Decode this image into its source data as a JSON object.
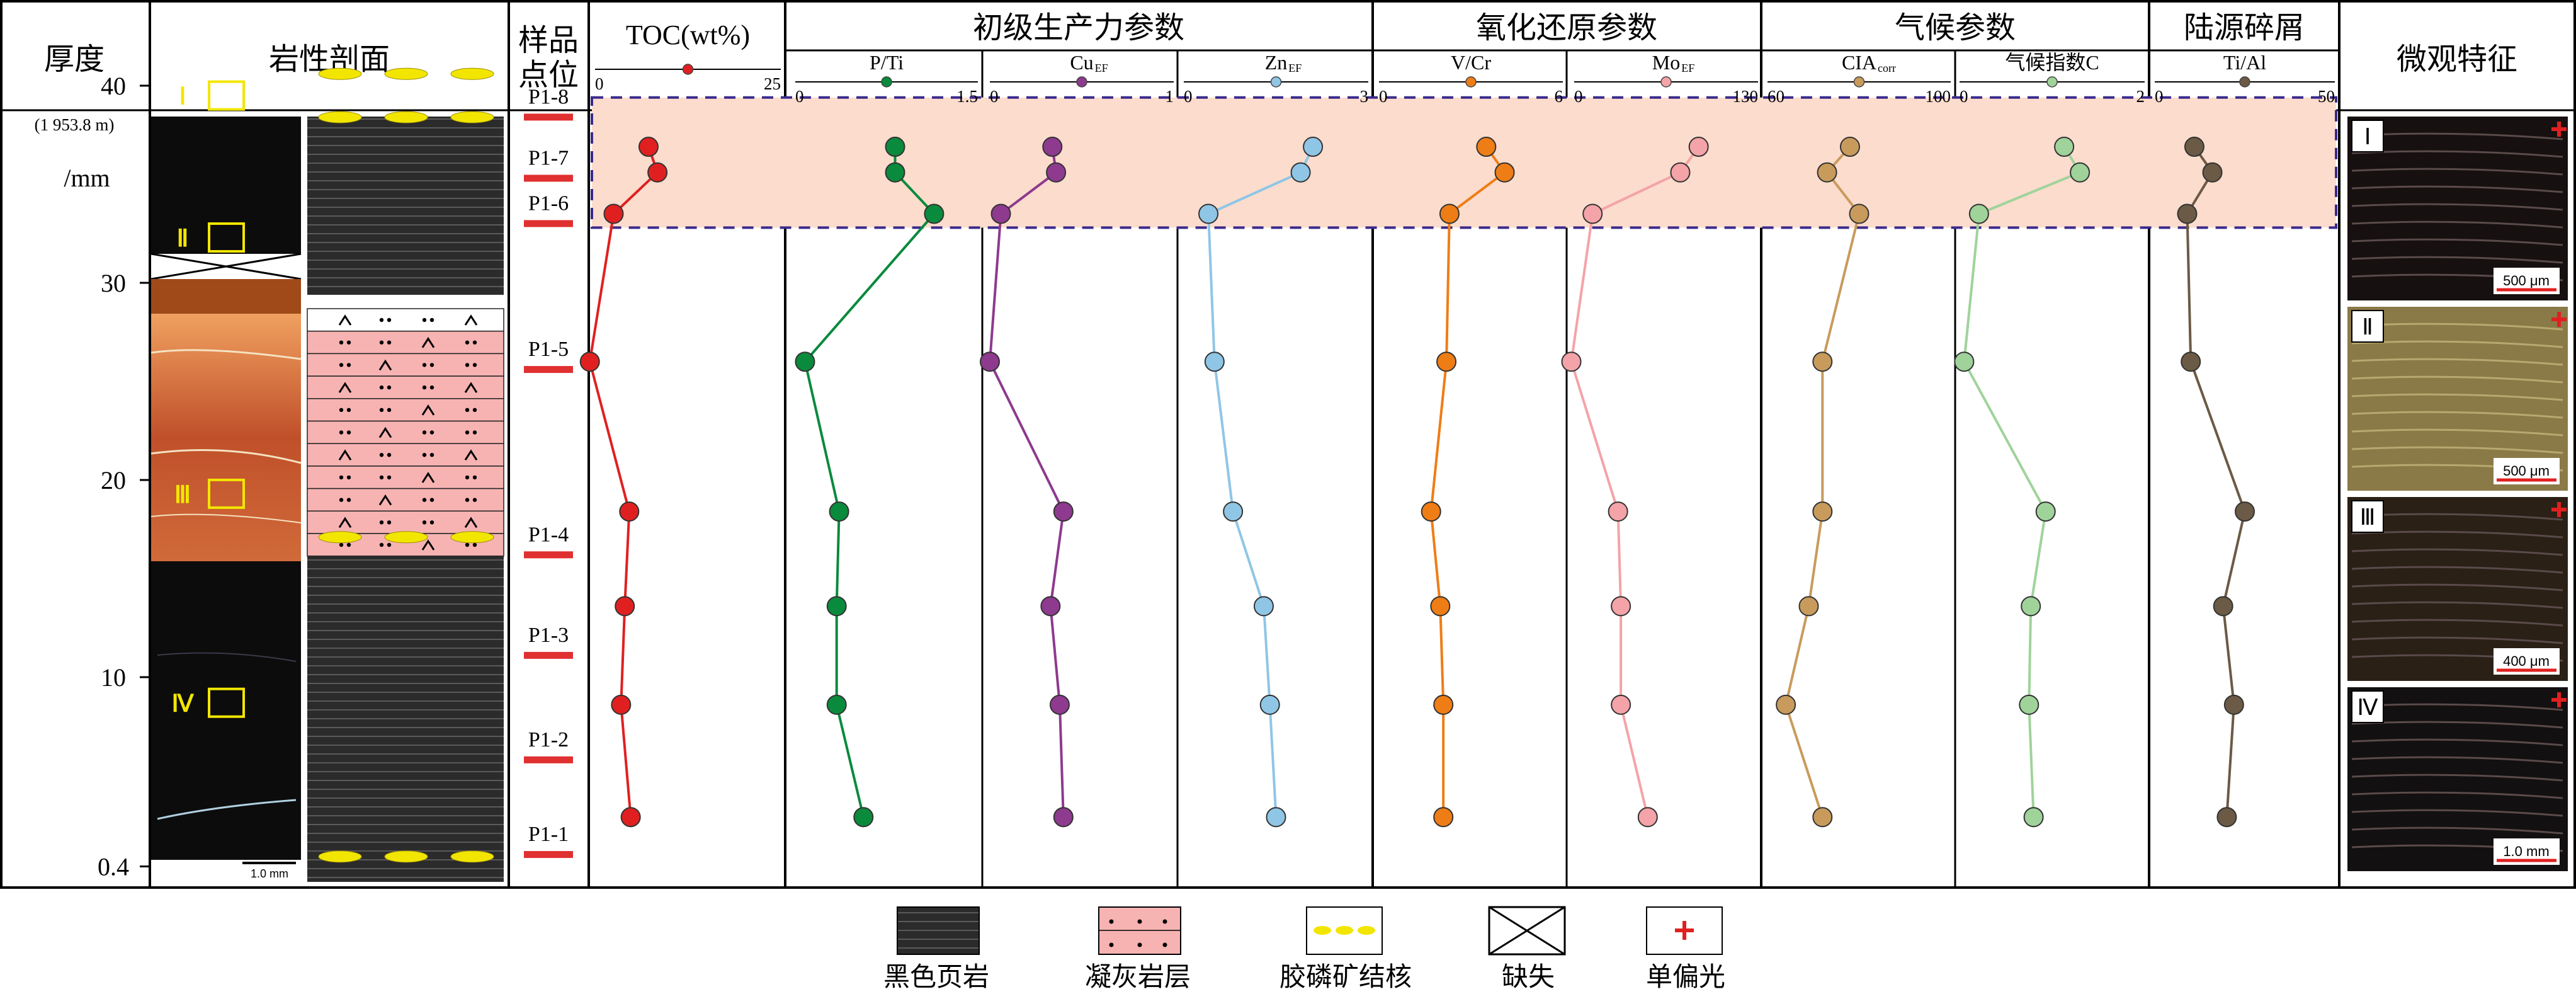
{
  "headers": {
    "depth": "厚度",
    "lithology": "岩性剖面",
    "sample": [
      "样品",
      "点位"
    ],
    "toc": "TOC(wt%)",
    "productivity": "初级生产力参数",
    "redox": "氧化还原参数",
    "climate": "气候参数",
    "terrigenous": "陆源碎屑",
    "micro": "微观特征"
  },
  "depth_axis": {
    "top_label": "(1 953.8 m)",
    "unit": "/mm",
    "ticks": [
      {
        "label": "40",
        "value": 40
      },
      {
        "label": "30",
        "value": 30
      },
      {
        "label": "20",
        "value": 20
      },
      {
        "label": "10",
        "value": 10
      },
      {
        "label": "0.4",
        "value": 0.4
      }
    ]
  },
  "lithology_scale": "1.0 mm",
  "roman_markers": [
    {
      "label": "Ⅰ",
      "depth": 39.5
    },
    {
      "label": "Ⅱ",
      "depth": 32.3
    },
    {
      "label": "Ⅲ",
      "depth": 19.3
    },
    {
      "label": "Ⅳ",
      "depth": 8.7
    }
  ],
  "samples": [
    {
      "label": "P1-8",
      "depth": 38.9
    },
    {
      "label": "P1-7",
      "depth": 35.8
    },
    {
      "label": "P1-6",
      "depth": 33.5
    },
    {
      "label": "P1-5",
      "depth": 26.1
    },
    {
      "label": "P1-4",
      "depth": 16.7
    },
    {
      "label": "P1-3",
      "depth": 11.6
    },
    {
      "label": "P1-2",
      "depth": 6.3
    },
    {
      "label": "P1-1",
      "depth": 1.5
    }
  ],
  "chart_data": {
    "type": "line",
    "y_axis": {
      "label": "厚度 /mm",
      "ylim": [
        0,
        42
      ],
      "ticks": [
        40,
        30,
        20,
        10,
        0.4
      ]
    },
    "sample_depths": [
      36.9,
      35.6,
      33.5,
      26.0,
      18.4,
      13.6,
      8.6,
      2.9
    ],
    "highlight_band": {
      "from_depth": 32.8,
      "to_depth": 39.4
    },
    "panels": [
      {
        "name": "TOC(wt%)",
        "xlabel": "TOC(wt%)",
        "xlim": [
          0,
          25
        ],
        "tick_labels": [
          "0",
          "25"
        ],
        "color": "#e02020",
        "values": [
          7.2,
          8.4,
          2.5,
          -0.7,
          4.6,
          4.0,
          3.5,
          4.8
        ]
      },
      {
        "name": "P/Ti",
        "xlabel": "P/Ti",
        "xlim": [
          0,
          1.5
        ],
        "tick_labels": [
          "0",
          "1.5"
        ],
        "color": "#0a8a3c",
        "values": [
          0.82,
          0.82,
          1.14,
          0.08,
          0.36,
          0.34,
          0.34,
          0.56
        ]
      },
      {
        "name": "CuEF",
        "xlabel": "Cu",
        "sub": "EF",
        "xlim": [
          0,
          1
        ],
        "tick_labels": [
          "0",
          "1"
        ],
        "color": "#8e3a8e",
        "values": [
          0.34,
          0.36,
          0.06,
          0.0,
          0.4,
          0.33,
          0.38,
          0.4
        ]
      },
      {
        "name": "ZnEF",
        "xlabel": "Zn",
        "sub": "EF",
        "xlim": [
          0,
          3
        ],
        "tick_labels": [
          "0",
          "3"
        ],
        "color": "#8fc6e6",
        "values": [
          2.1,
          1.9,
          0.4,
          0.5,
          0.8,
          1.3,
          1.4,
          1.5
        ]
      },
      {
        "name": "V/Cr",
        "xlabel": "V/Cr",
        "xlim": [
          0,
          6
        ],
        "tick_labels": [
          "0",
          "6"
        ],
        "color": "#ef7d15",
        "values": [
          3.5,
          4.1,
          2.3,
          2.2,
          1.7,
          2.0,
          2.1,
          2.1
        ]
      },
      {
        "name": "MoEF",
        "xlabel": "Mo",
        "sub": "EF",
        "xlim": [
          0,
          130
        ],
        "tick_labels": [
          "0",
          "130"
        ],
        "color": "#f4a3a8",
        "values": [
          88,
          75,
          13,
          -2,
          31,
          33,
          33,
          52
        ]
      },
      {
        "name": "CIAcorr",
        "xlabel": "CIA",
        "sub": "corr",
        "xlim": [
          60,
          100
        ],
        "tick_labels": [
          "60",
          "100"
        ],
        "color": "#c89b5c",
        "values": [
          78,
          73,
          80,
          72,
          72,
          69,
          64,
          72
        ]
      },
      {
        "name": "气候指数C",
        "xlabel": "气候指数C",
        "xlim": [
          0,
          2
        ],
        "tick_labels": [
          "0",
          "2"
        ],
        "color": "#9fd39a",
        "values": [
          1.13,
          1.3,
          0.21,
          0.05,
          0.93,
          0.77,
          0.75,
          0.8
        ]
      },
      {
        "name": "Ti/Al",
        "xlabel": "Ti/Al",
        "xlim": [
          0,
          50
        ],
        "tick_labels": [
          "0",
          "50"
        ],
        "color": "#6b5a45",
        "values": [
          11,
          16,
          9,
          10,
          25,
          19,
          22,
          20
        ]
      }
    ]
  },
  "micro_panels": [
    {
      "label": "Ⅰ",
      "scale": "500 μm",
      "bg": "#161010"
    },
    {
      "label": "Ⅱ",
      "scale": "500 μm",
      "bg": "#8a7a48"
    },
    {
      "label": "Ⅲ",
      "scale": "400 μm",
      "bg": "#2a2016"
    },
    {
      "label": "Ⅳ",
      "scale": "1.0 mm",
      "bg": "#121010"
    }
  ],
  "legend": [
    {
      "label": "黑色页岩",
      "icon": "black-shale-swatch"
    },
    {
      "label": "凝灰岩层",
      "icon": "tuff-swatch"
    },
    {
      "label": "胶磷矿结核",
      "icon": "collophane-nodule-swatch"
    },
    {
      "label": "缺失",
      "icon": "missing-cross-swatch"
    },
    {
      "label": "单偏光",
      "icon": "plus-sign"
    }
  ],
  "colors": {
    "band": "#fbdccd",
    "band_border": "#3a2a8c",
    "marker": "#e03030",
    "tuff": "#f6b3b2",
    "nodule": "#f2e600"
  }
}
